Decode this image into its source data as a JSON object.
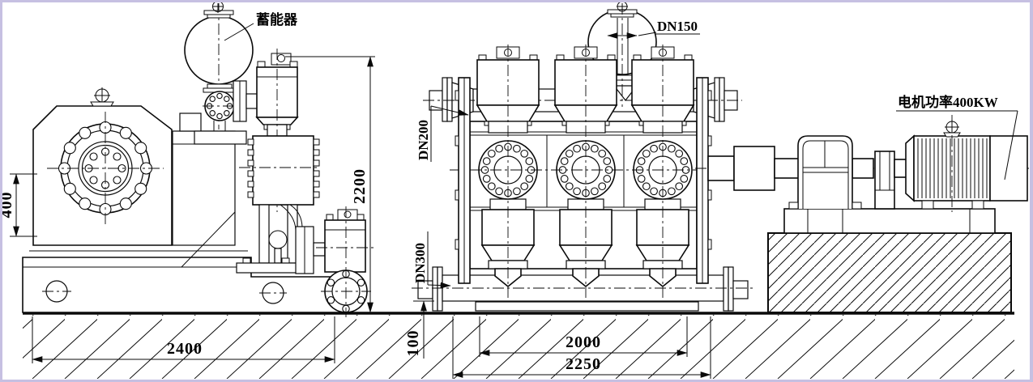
{
  "drawing": {
    "title_hint": "triplex plunger pump outline drawing, side view and front view with motor",
    "labels": {
      "accumulator": "蓄能器",
      "dn150": "DN150",
      "dn200": "DN200",
      "dn300": "DN300",
      "motor_power": "电机功率400KW"
    },
    "dims": {
      "d400": "400",
      "d2200": "2200",
      "d2400": "2400",
      "d100": "100",
      "d2000": "2000",
      "d2250": "2250"
    },
    "colors": {
      "background": "#c6c0e2",
      "paper": "#ffffff",
      "line": "#0a0a0a"
    }
  }
}
